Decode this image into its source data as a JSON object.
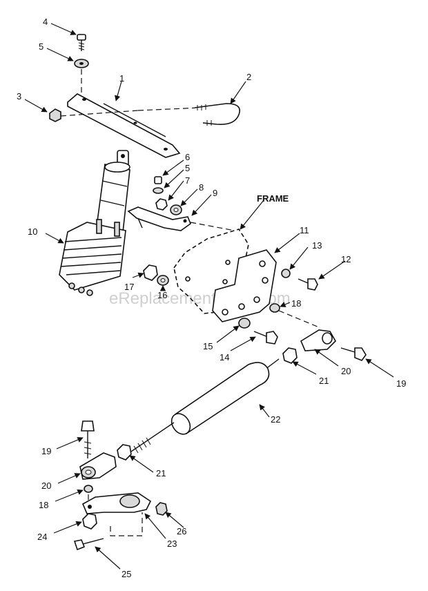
{
  "watermark": "eReplacementParts.com",
  "frame_label": "FRAME",
  "callouts": {
    "c4": "4",
    "c5a": "5",
    "c3": "3",
    "c1": "1",
    "c2": "2",
    "c6": "6",
    "c5b": "5",
    "c7": "7",
    "c8": "8",
    "c9": "9",
    "c10": "10",
    "c11": "11",
    "c13": "13",
    "c12": "12",
    "c17": "17",
    "c16": "16",
    "c18a": "18",
    "c15": "15",
    "c14": "14",
    "c21a": "21",
    "c20a": "20",
    "c19a": "19",
    "c22": "22",
    "c19b": "19",
    "c20b": "20",
    "c21b": "21",
    "c18b": "18",
    "c24": "24",
    "c23": "23",
    "c26": "26",
    "c25": "25"
  }
}
